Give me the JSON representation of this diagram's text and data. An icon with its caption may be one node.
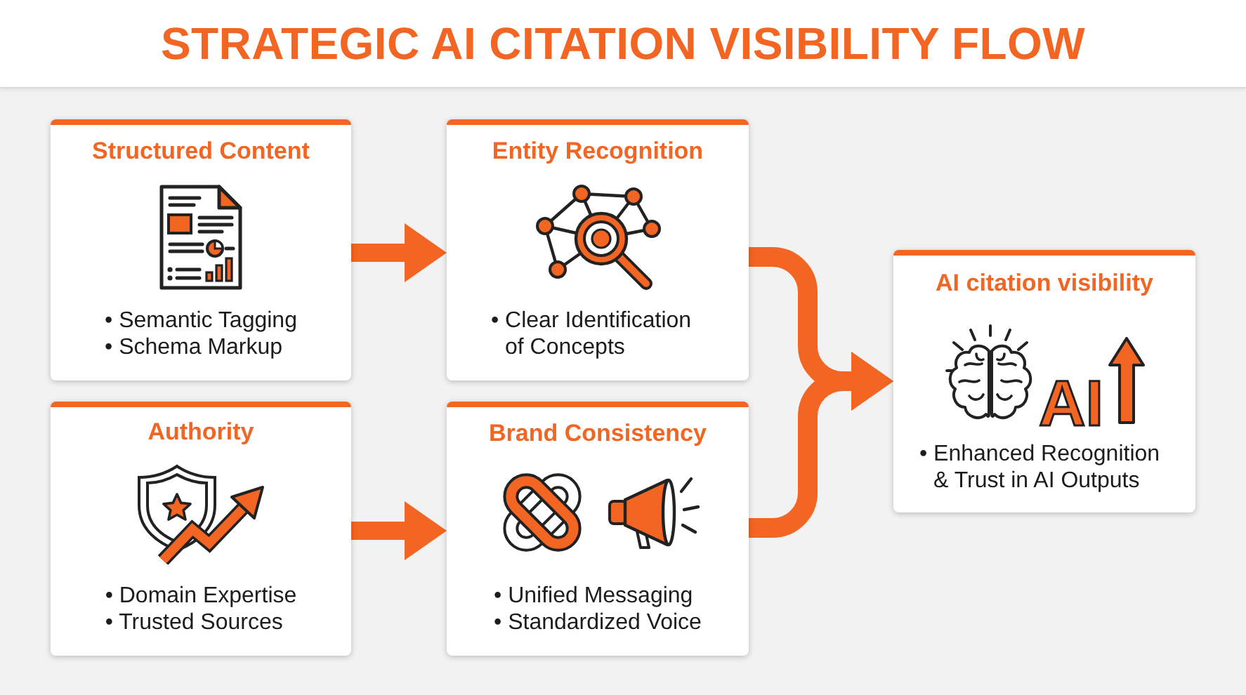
{
  "diagram": {
    "title": "STRATEGIC AI CITATION VISIBILITY FLOW",
    "nodes": [
      {
        "text": [
          "Structured Content",
          "• Semantic Tagging",
          "• Schema Markup"
        ]
      },
      {
        "text": [
          "Entity Recognition",
          "• Clear Identification of Concepts"
        ]
      },
      {
        "text": [
          "Authority",
          "• Domain Expertise",
          "• Trusted Sources"
        ]
      },
      {
        "text": [
          "Brand Consistency",
          "• Unified Messaging",
          "• Standardized Voice"
        ]
      },
      {
        "text": [
          "AI citation visibility",
          "AI",
          "• Enhanced Recognition & Trust in AI Outputs"
        ]
      }
    ],
    "edges": [
      {
        "from": 0,
        "to": 1,
        "arrow": "to"
      },
      {
        "from": 2,
        "to": 3,
        "arrow": "to"
      },
      {
        "from": 1,
        "to": 4,
        "arrow": "to"
      },
      {
        "from": 3,
        "to": 4,
        "arrow": "to"
      }
    ]
  }
}
